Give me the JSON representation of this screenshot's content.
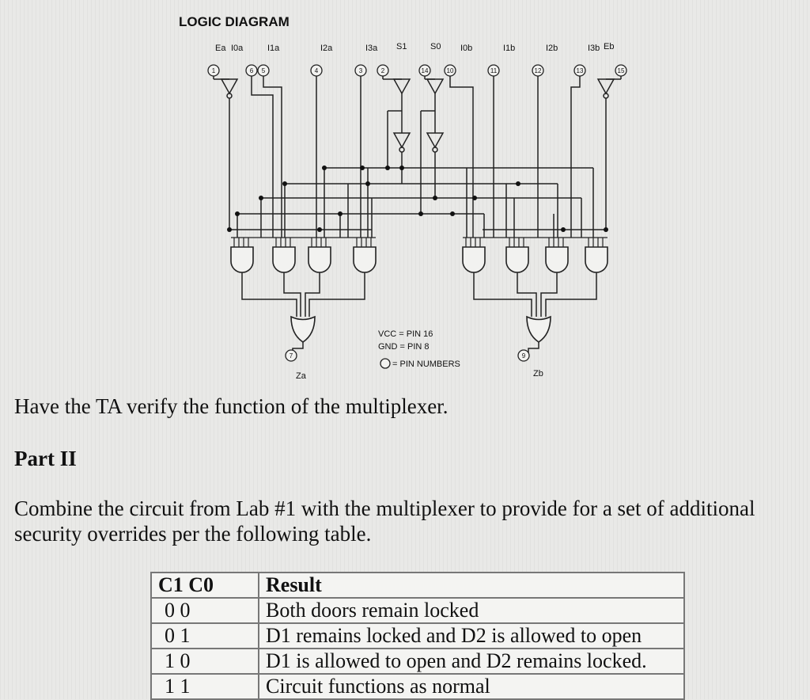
{
  "diagram": {
    "title": "LOGIC DIAGRAM",
    "top_labels": [
      "Ea",
      "I0a",
      "I1a",
      "I2a",
      "I3a",
      "S1",
      "S0",
      "I0b",
      "I1b",
      "I2b",
      "I3b",
      "Eb"
    ],
    "pin_numbers": [
      "1",
      "6",
      "5",
      "4",
      "3",
      "2",
      "14",
      "10",
      "11",
      "12",
      "13",
      "15"
    ],
    "output_pins": [
      "7",
      "9"
    ],
    "outputs": [
      "Za",
      "Zb"
    ],
    "notes": {
      "vcc": "VCC = PIN 16",
      "gnd": "GND = PIN 8",
      "legend": "= PIN NUMBERS"
    }
  },
  "text": {
    "ta_line": "Have the TA verify the function of the multiplexer.",
    "part_heading": "Part II",
    "paragraph": "Combine the circuit from Lab #1 with the multiplexer to provide for a set of additional security overrides per the following table."
  },
  "table": {
    "headers": [
      "C1 C0",
      "Result"
    ],
    "rows": [
      [
        "0   0",
        "Both doors remain locked"
      ],
      [
        "0   1",
        "D1 remains locked and D2 is allowed to open"
      ],
      [
        "1   0",
        "D1 is allowed to open and D2 remains locked."
      ],
      [
        "1   1",
        "Circuit functions as normal"
      ]
    ]
  }
}
